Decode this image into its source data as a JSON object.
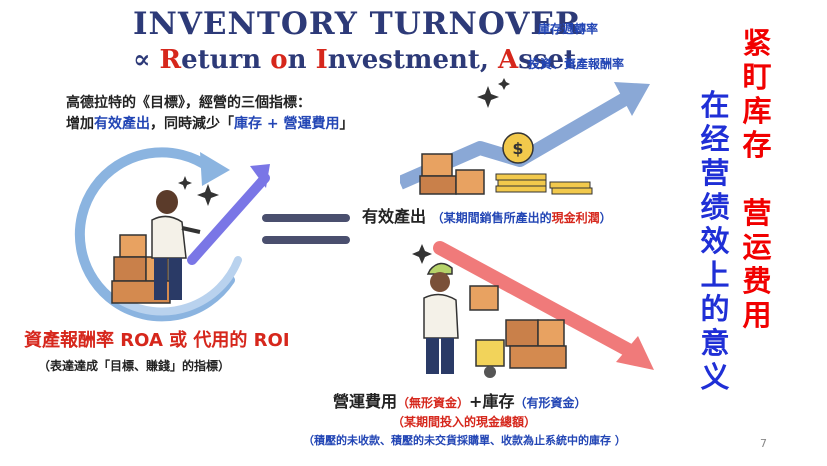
{
  "title": {
    "line1": "INVENTORY TURNOVER",
    "line1_zh": "庫存週轉率",
    "line2_symbol": "∝",
    "line2_words": [
      {
        "initial": "R",
        "rest": "eturn "
      },
      {
        "initial": "o",
        "rest": "n "
      },
      {
        "initial": "I",
        "rest": "nvestment, "
      },
      {
        "initial": "A",
        "rest": "sset"
      }
    ],
    "line2_zh": "投資、資產報酬率"
  },
  "intro": {
    "line1": "高德拉特的《目標》，經營的三個指標：",
    "line2_prefix": "增加",
    "line2_highlight1": "有效產出",
    "line2_mid": "，同時減少「",
    "line2_highlight2": "庫存 + 營運費用",
    "line2_suffix": "」"
  },
  "roa": {
    "label": "資產報酬率 ROA 或 代用的 ROI",
    "sub": "（表達達成「目標、賺錢」的指標）"
  },
  "effective_output": {
    "label": "有效產出",
    "paren_open": "（",
    "desc_main": "某期間銷售所產出的",
    "desc_highlight": "現金利潤",
    "paren_close": "）"
  },
  "opex": {
    "label1": "營運費用",
    "tag1": "（無形資金）",
    "plus": "+",
    "label2": "庫存",
    "tag2": "（有形資金）",
    "sub1": "（某期間投入的現金總額）",
    "sub2": "（積壓的未收款、積壓的未交貨採購單、收款為止系統中的庫存 ）"
  },
  "vertical": {
    "red_top": "紧盯库存",
    "red_bottom": "营运费用",
    "blue": "在经营绩效上的意义"
  },
  "page_number": "7",
  "colors": {
    "navy_title": "#2d3a78",
    "accent_red": "#d6271c",
    "accent_blue": "#2346b5",
    "vertical_red": "#f10000",
    "vertical_blue": "#1f2fd6"
  },
  "icons": [
    "cycle-arrow-icon",
    "growth-arrow-icon",
    "decline-arrow-icon",
    "coin-icon",
    "sparkle-icon",
    "equals-icon",
    "proportional-icon"
  ]
}
